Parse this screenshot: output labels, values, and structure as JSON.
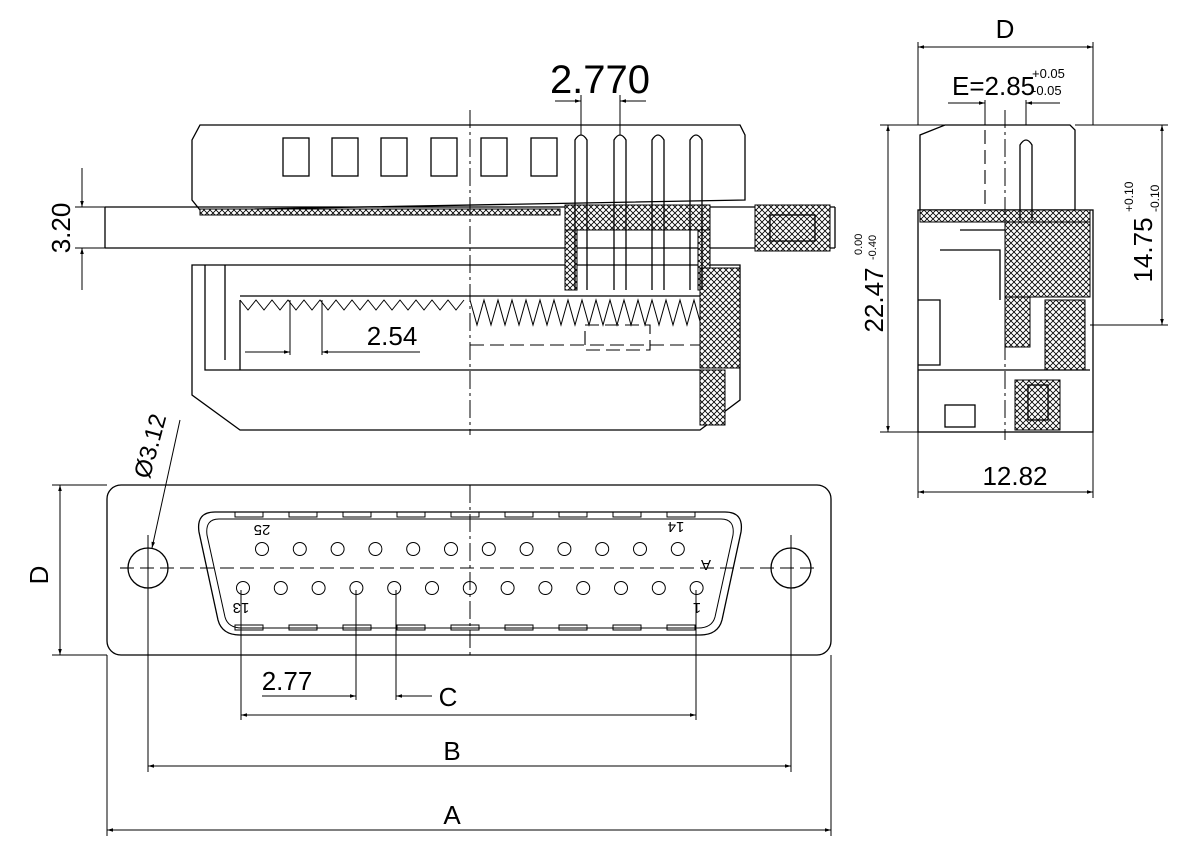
{
  "dimensions": {
    "d_top": "D",
    "e_base": "E=2.85",
    "e_tol_plus": "+0.05",
    "e_tol_minus": "-0.05",
    "pin_pitch_top": "2.770",
    "flange_thickness": "3.20",
    "contact_pitch": "2.54",
    "height_total": "22.47",
    "height_tol_plus": "0.00",
    "height_tol_minus": "-0.40",
    "pin_height": "14.75",
    "pin_tol_plus": "+0.10",
    "pin_tol_minus": "-0.10",
    "side_width": "12.82",
    "hole_dia": "Ø3.12",
    "d_front": "D",
    "row_pitch": "2.77",
    "c": "C",
    "b": "B",
    "a": "A"
  },
  "pin_labels": {
    "p25": "25",
    "p14": "14",
    "p13": "13",
    "p1": "1",
    "marker": "A"
  },
  "connector": {
    "top_row_pins": 12,
    "bottom_row_pins": 13
  }
}
